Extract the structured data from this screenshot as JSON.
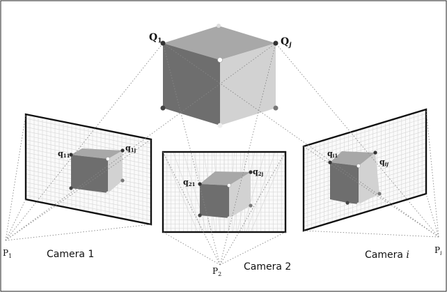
{
  "labels": {
    "world_point_first": "Q",
    "world_point_first_sub": "1",
    "world_point_j": "Q",
    "world_point_j_sub": "j",
    "cam1_q11": "q",
    "cam1_q11_sub": "11",
    "cam1_q1j": "q",
    "cam1_q1j_sub": "1j",
    "cam2_q21": "q",
    "cam2_q21_sub": "21",
    "cam2_q2j": "q",
    "cam2_q2j_sub": "2j",
    "cami_qi1": "q",
    "cami_qi1_sub": "i1",
    "cami_qij": "q",
    "cami_qij_sub": "ij",
    "center_p1": "P",
    "center_p1_sub": "1",
    "center_p2": "P",
    "center_p2_sub": "2",
    "center_pi": "P",
    "center_pi_sub": "i",
    "camera1": "Camera 1",
    "camera2": "Camera 2",
    "camerai_prefix": "Camera ",
    "camerai_var": "i"
  },
  "colors": {
    "cube_top": "#a8a8a8",
    "cube_left": "#6e6e6e",
    "cube_right": "#d2d2d2",
    "frame": "#111111",
    "grid": "#d6d6d6",
    "ray": "#888888"
  }
}
